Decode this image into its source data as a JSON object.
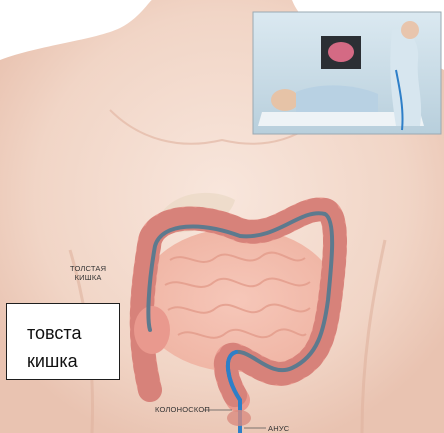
{
  "labels": {
    "colon_line1": "ТОЛСТАЯ",
    "colon_line2": "КИШКА",
    "colonoscope": "КОЛОНОСКОП",
    "anus": "АНУС"
  },
  "callout": {
    "line1": "товста",
    "line2": "кишка"
  },
  "colors": {
    "skin": "#f2d6c8",
    "skin_shadow": "#e6bfae",
    "colon": "#e9998e",
    "colon_dark": "#c8706a",
    "intestine": "#f1b9aa",
    "scope": "#5d7a8e",
    "scope_blue": "#2e7fc8",
    "inset_bg": "#cfe0ea"
  }
}
